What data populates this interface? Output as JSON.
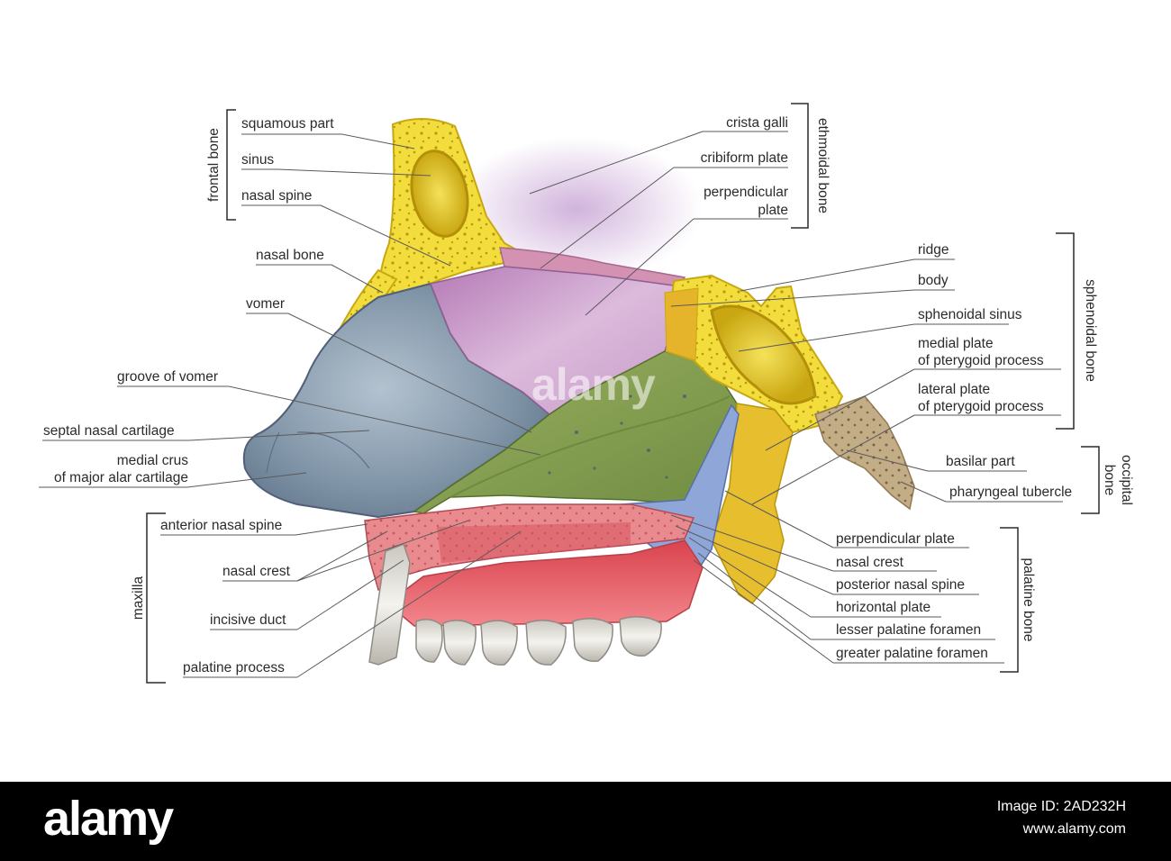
{
  "groups": {
    "frontal_bone": "frontal bone",
    "ethmoidal_bone": "ethmoidal bone",
    "sphenoidal_bone": "sphenoidal bone",
    "occipital_bone": [
      "occipital",
      "bone"
    ],
    "palatine_bone": "palatine bone",
    "maxilla": "maxilla"
  },
  "labels": {
    "squamous_part": "squamous part",
    "sinus": "sinus",
    "nasal_spine": "nasal spine",
    "nasal_bone": "nasal bone",
    "vomer": "vomer",
    "groove_of_vomer": "groove of vomer",
    "septal_nasal_cartilage": "septal nasal cartilage",
    "medial_crus": [
      "medial crus",
      "of major alar cartilage"
    ],
    "anterior_nasal_spine": "anterior nasal spine",
    "nasal_crest_maxilla": "nasal crest",
    "incisive_duct": "incisive duct",
    "palatine_process": "palatine process",
    "crista_galli": "crista galli",
    "cribiform_plate": "cribiform plate",
    "perpendicular_plate_ethmoid": [
      "perpendicular",
      "plate"
    ],
    "ridge": "ridge",
    "body": "body",
    "sphenoidal_sinus": "sphenoidal sinus",
    "medial_plate": [
      "medial plate",
      "of pterygoid process"
    ],
    "lateral_plate": [
      "lateral plate",
      "of pterygoid process"
    ],
    "basilar_part": "basilar part",
    "pharyngeal_tubercle": "pharyngeal tubercle",
    "perpendicular_plate_palatine": "perpendicular plate",
    "nasal_crest_palatine": "nasal crest",
    "posterior_nasal_spine": "posterior nasal spine",
    "horizontal_plate": "horizontal plate",
    "lesser_palatine_foramen": "lesser palatine foramen",
    "greater_palatine_foramen": "greater palatine foramen"
  },
  "watermark": "alamy",
  "footer": {
    "logo": "alamy",
    "image_id": "Image ID: 2AD232H",
    "url": "www.alamy.com"
  },
  "colors": {
    "bone_yellow": "#f2dd3c",
    "septal_cartilage": "#7f95a8",
    "ethmoid_plate": "#c79bc7",
    "vomer": "#8aa455",
    "maxilla": "#e47e84",
    "palatine": "#8fa6d8",
    "occipital": "#b8a27c",
    "gum": "#e85a62",
    "tooth": "#e8e6e0"
  }
}
